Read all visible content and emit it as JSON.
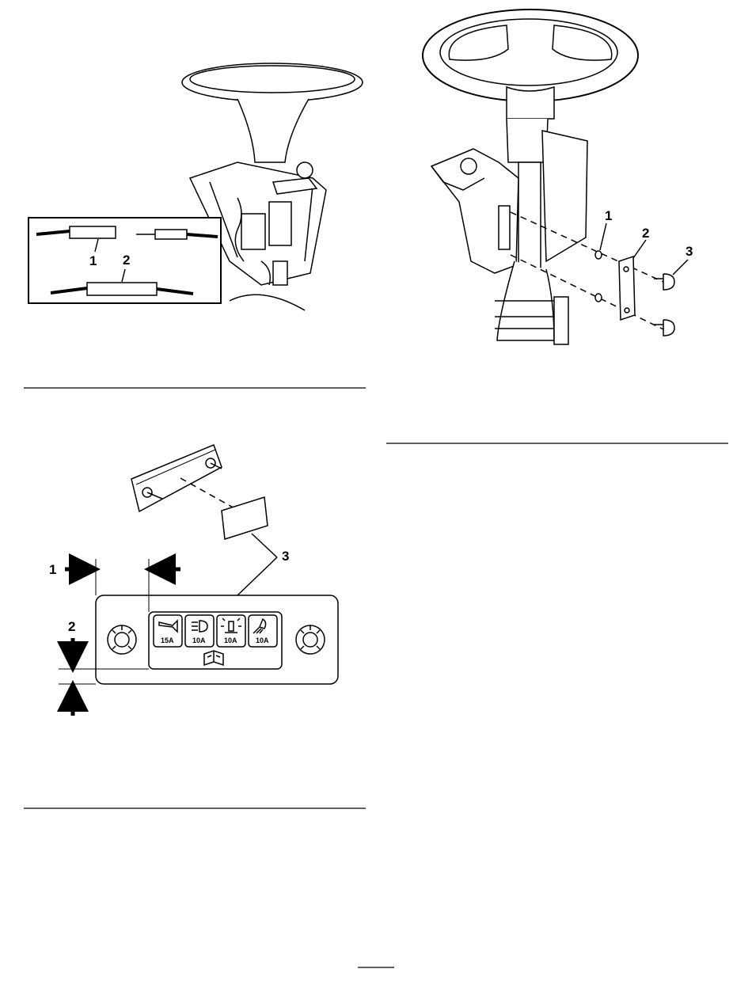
{
  "figure_steering_connector": {
    "callouts": [
      "1",
      "2"
    ]
  },
  "figure_steering_fuse_block": {
    "callouts": [
      "1",
      "2",
      "3"
    ]
  },
  "figure_fuse_decal": {
    "callouts": [
      "1",
      "2",
      "3"
    ],
    "fuses": [
      {
        "icon": "horn-icon",
        "rating": "15A"
      },
      {
        "icon": "headlight-icon",
        "rating": "10A"
      },
      {
        "icon": "beacon-light-icon",
        "rating": "10A"
      },
      {
        "icon": "work-light-icon",
        "rating": "10A"
      }
    ],
    "manual_icon": "operator-manual-icon"
  },
  "colors": {
    "ink": "#000000",
    "paper": "#ffffff"
  }
}
